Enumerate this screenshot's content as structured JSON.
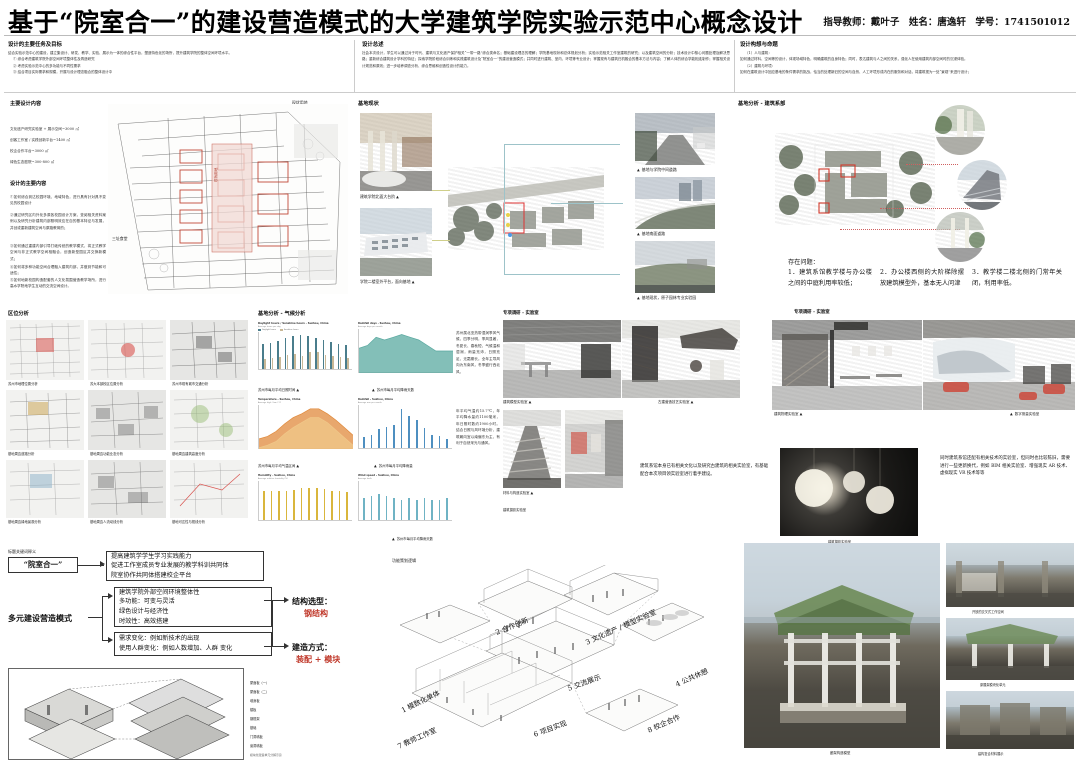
{
  "header": {
    "title": "基于“院室合一”的建设营造模式的大学建筑学院实验示范中心概念设计",
    "meta": "指导教师：戴叶子　姓名：唐逸轩　学号：1741501012"
  },
  "top_sections": [
    {
      "heading": "设计的主要任务及目标",
      "intro": "结合实验示范中心的建设，建立集设计、研发、教学、实验、展示为一体的综合性平台，塑造特色化的场所，提升建筑学院的整体空间环境水平。",
      "items": [
        "① 综合考虑建筑学院外部空间环境整体性及再造研究",
        "② 考虑实验示范中心的多功能与不同性需求",
        "③ 结合项目实际需求和规模，开展与设计理念融合的整体设计中"
      ]
    },
    {
      "heading": "设计总述",
      "paragraph": "社会本次设计，学生可以通过对于时代、建筑与文化遗产保护相关“一带一路”综合类命名；基础建设理念的理解；学院基地现状和总体规划分析；实验示范相关工作室建筑的研究；以及建筑空间的分析；技术设计中核心问题处理及解决思路；重新综合建筑设计学科的特征；探索学院阶段综合训练和实践建筑设计及“院室合一”的建设营造模式；并同时进行建筑、室内、环境等专业设计；掌握现有与建筑归机融合的基本方法与内容；了解人体的综合学能相连制作；掌握相关设计规范和原则；进一步培养调查分析、综合思维和创造性设计的能力。"
    },
    {
      "heading": "设计构想与命题",
      "items": [
        "（1）人与建筑：",
        "如何通过材料、空间等的设计，体现场域特色，明确建筑的自身特色；同时，表达建筑与人之间的关系，强化人在使用建筑内部空间时的沉浸体验。",
        "（2）建筑与环境：",
        "如何在建筑设计中回应基地的条件需求的挑战，恰当的处理新旧的空间与自然、人工环境形成内在的服务和对话，将建筑视为一处“景观”来进行设计；"
      ]
    }
  ],
  "left_column": {
    "heading_a": "主要设计内容",
    "areas": [
      "文化遗产研究实验室 + 展示空间~3000 ㎡",
      "创客工作室 / 实践创新平台~1400 ㎡",
      "校企合作平台~3000 ㎡",
      "绿色生态庭院~300-800 ㎡"
    ],
    "heading_b": "设计的主要内容",
    "points": [
      "①如何综合到达校园环境、地域特色，进行具有针对具不变见的校园设计",
      "②通过研究区内外化多原各校园设计方案，查阅相关资料案例以及研究分析建筑内部照明效应在自的基本特征与发展，并创或重新建筑空间与原路教育的；",
      "③如何通过重建内部引导打破传统的教学模式，将正式教学空间与非正式教学空间相融合，创造新型园区并交换新模式；",
      "④如何将多种功能空间合理融入建筑内部，并做到节能和可适性；",
      "⑤如何地新校园构造配套的人文化氛围营造教学场所，进行高水学院地学生互动的交流空间设计。"
    ],
    "site_label": "现状用地",
    "plan_tag_a": "三址食堂",
    "plan_tag_b": "现状用地"
  },
  "site_status": {
    "heading": "基地现状",
    "captions": {
      "left_top": "建筑学院北面大台阶",
      "left_bottom": "学院二楼室外平台，面向基地",
      "right_top": "基地与学院中间道路",
      "right_mid": "基地南面道路",
      "right_bottom": "基地现状，原子园林专业实验园"
    }
  },
  "site_analysis": {
    "heading": "基地分析 - 建筑系部",
    "problems_title": "存在问题：",
    "problems": [
      "1．建筑系馆教学楼与办公楼之间的中庭利用率较低；",
      "2．办公楼西侧的大阶梯除摆放建筑模型外，基本无人问津",
      "3．教学楼二楼北侧的门常年关闭，利用率低。"
    ]
  },
  "region_analysis": {
    "heading": "区位分析",
    "cells": [
      "苏州市地理位置分析",
      "苏大本部校区位置分析",
      "苏州市现有城市交通分析",
      "基地周边道路分析",
      "基地周边功能业态分析",
      "基地周边建筑高度分析",
      "基地周边绿地景观分析",
      "基地周边人流动线分析",
      "基地可达性与视线分析"
    ],
    "note": "苏州市地处江苏省东南部，长江三角洲中部，东临上海，南接浙江，西抱太湖，北依长江，是江苏省重要的中心城市之一，历史文化名城。苏州大学本部校区位于苏州市姑苏区东吴北路，校园环境优美，文脉深厚，为本次设计提供了良好的区位条件与人文基础。"
  },
  "climate": {
    "heading": "基地分析 - 气候分析",
    "note_1": "苏州属北亚热带湿润季风气候，四季分明，季风显著，冬夏长、春秋短，气候温和湿润，雨量充沛，日照充足，无霜期长。全年主导风向为东南风，冬季盛行西北风。",
    "note_2": "年平均气温约15.7℃，年平均降水量约1100毫米，年日照时数约1900小时。结合日照与风环境分析，建筑朝向宜以南偏东为主，有利于自然采光与通风。",
    "captions": [
      "苏州市每月平均日照时间",
      "苏州市每月平均降雨天数",
      "苏州市每月平均气温区间",
      "苏州市每月平均降雨量"
    ]
  },
  "chart_data": [
    {
      "type": "bar",
      "title": "Daylight hours / Sunshine hours - Suzhou, China",
      "subtitle": "Average hours per day",
      "legend": [
        "Daylight hours",
        "Sunshine hours"
      ],
      "categories": [
        "Jan",
        "Feb",
        "Mar",
        "Apr",
        "May",
        "Jun",
        "Jul",
        "Aug",
        "Sep",
        "Oct",
        "Nov",
        "Dec"
      ],
      "series": [
        {
          "name": "Daylight hours",
          "values": [
            10.4,
            11.2,
            12.1,
            13.1,
            13.9,
            14.3,
            14.1,
            13.4,
            12.5,
            11.5,
            10.7,
            10.2
          ],
          "color": "#4a7d8c"
        },
        {
          "name": "Sunshine hours",
          "values": [
            4.2,
            4.4,
            5.0,
            5.8,
            6.3,
            5.5,
            7.0,
            7.2,
            5.9,
            5.6,
            5.0,
            4.6
          ],
          "color": "#c9b896"
        }
      ],
      "ylim": [
        0,
        16
      ],
      "ylabel": "hours"
    },
    {
      "type": "area",
      "title": "Rainfall days - Suzhou, China",
      "subtitle": "Average days per month",
      "categories": [
        "Jan",
        "Feb",
        "Mar",
        "Apr",
        "May",
        "Jun",
        "Jul",
        "Aug",
        "Sep",
        "Oct",
        "Nov",
        "Dec"
      ],
      "values": [
        9,
        10,
        13,
        12,
        13,
        14,
        13,
        12,
        10,
        8,
        8,
        8
      ],
      "color": "#5aa9a0",
      "ylim": [
        0,
        16
      ],
      "ylabel": "days"
    },
    {
      "type": "area",
      "title": "Temperature - Suzhou, China",
      "subtitle": "Average high / low (°C)",
      "categories": [
        "Jan",
        "Feb",
        "Mar",
        "Apr",
        "May",
        "Jun",
        "Jul",
        "Aug",
        "Sep",
        "Oct",
        "Nov",
        "Dec"
      ],
      "series": [
        {
          "name": "High",
          "values": [
            8,
            10,
            14,
            20,
            25,
            28,
            32,
            32,
            28,
            23,
            17,
            11
          ],
          "color": "#e08a3c"
        },
        {
          "name": "Low",
          "values": [
            1,
            3,
            6,
            12,
            17,
            21,
            25,
            25,
            21,
            15,
            9,
            3
          ],
          "color": "#f0c88a"
        }
      ],
      "ylim": [
        0,
        35
      ],
      "ylabel": "°C"
    },
    {
      "type": "bar",
      "title": "Rainfall - Suzhou, China",
      "subtitle": "Average mm per month",
      "categories": [
        "Jan",
        "Feb",
        "Mar",
        "Apr",
        "May",
        "Jun",
        "Jul",
        "Aug",
        "Sep",
        "Oct",
        "Nov",
        "Dec"
      ],
      "values": [
        50,
        60,
        85,
        95,
        105,
        180,
        145,
        130,
        90,
        60,
        55,
        40
      ],
      "color": "#4e8fc0",
      "ylim": [
        0,
        200
      ],
      "ylabel": "mm"
    },
    {
      "type": "bar",
      "title": "Humidity - Suzhou, China",
      "subtitle": "Average relative humidity (%)",
      "categories": [
        "Jan",
        "Feb",
        "Mar",
        "Apr",
        "May",
        "Jun",
        "Jul",
        "Aug",
        "Sep",
        "Oct",
        "Nov",
        "Dec"
      ],
      "values": [
        72,
        73,
        74,
        74,
        76,
        80,
        82,
        81,
        77,
        74,
        72,
        70
      ],
      "color": "#d9b63c",
      "ylim": [
        0,
        100
      ],
      "ylabel": "%"
    },
    {
      "type": "bar",
      "title": "Wind speed - Suzhou, China",
      "subtitle": "Average km/h",
      "categories": [
        "Jan",
        "Feb",
        "Mar",
        "Apr",
        "May",
        "Jun",
        "Jul",
        "Aug",
        "Sep",
        "Oct",
        "Nov",
        "Dec"
      ],
      "values": [
        11,
        12,
        13,
        12,
        11,
        10,
        11,
        10,
        11,
        10,
        10,
        11
      ],
      "color": "#6fb3c4",
      "ylim": [
        0,
        20
      ],
      "ylabel": "km/h"
    }
  ],
  "labs": {
    "heading_left": "专项调研 - 实验室",
    "heading_right": "专项调研 - 实验室",
    "captions": {
      "model": "建筑模型实验室",
      "heritage": "古建营造技艺实验室",
      "physics": "建筑物理实验室",
      "digital": "数字测量实验室",
      "photo": "建筑摄影实验室",
      "material": "材料与构造实验室"
    },
    "note_left": "建筑系馆本身已有相关文化以及研究古建筑的相关实验室，有基础配合本次项目领实验室进行着手建设。",
    "note_right": "同时建筑系馆还配有相关技术的实验室，但同时也比较陈旧，需要进行一些更新换代，例如 BIM 相关实验室、增强现实 AR 技术、虚拟现实 VR 技术等等"
  },
  "concept_diagram": {
    "key_label": "标题关键词释义",
    "key_term": "“院室合一”",
    "key_lines": [
      "提高建筑学学生学习实践能力",
      "促进工作室成员专业发展的教学科训共同体",
      "院室协作共同体搭建校企平台"
    ],
    "mode_label": "多元建设营造模式",
    "mode_box_a": [
      "建筑学院外部空间环境整体性",
      "多功能：可变与灵活",
      "绿色设计与经济性",
      "时效性：高效搭建"
    ],
    "mode_box_b": [
      "需求变化：例如新技术的出现",
      "使用人群变化：例如人数增加、人群 变化"
    ],
    "structure_title": "结构选型：",
    "structure_value": "钢结构",
    "build_title": "建造方式：",
    "build_value": "装配 + 模块",
    "module_labels": [
      "屋面板（一）",
      "屋面板（二）",
      "墙身板",
      "楼板",
      "钢框架",
      "基础",
      "门洞墙板",
      "窗洞墙板"
    ],
    "module_caption": "模块化建造单元分解示意"
  },
  "function_diagram": {
    "heading": "功能策划逻辑",
    "labels": [
      "1 模数化单体",
      "2 合作创新",
      "3 文化遗产 / 模型实验室",
      "4 公共休憩",
      "5 交流展示",
      "6 项目实现",
      "7 教师工作室",
      "8 校企合作"
    ]
  },
  "renders": {
    "main_caption": "廊架构造模型",
    "right_captions": [
      "开放的交叉式工作空间",
      "原展架模块化单元",
      "建构复合材料展示"
    ]
  },
  "colors": {
    "accent_red": "#c0392b",
    "leader_blue": "#9dc3c9",
    "leader_yellow": "#cfcf8a",
    "chart_teal": "#5aa9a0",
    "chart_orange": "#e08a3c",
    "chart_blue": "#4e8fc0",
    "chart_gold": "#d9b63c"
  }
}
